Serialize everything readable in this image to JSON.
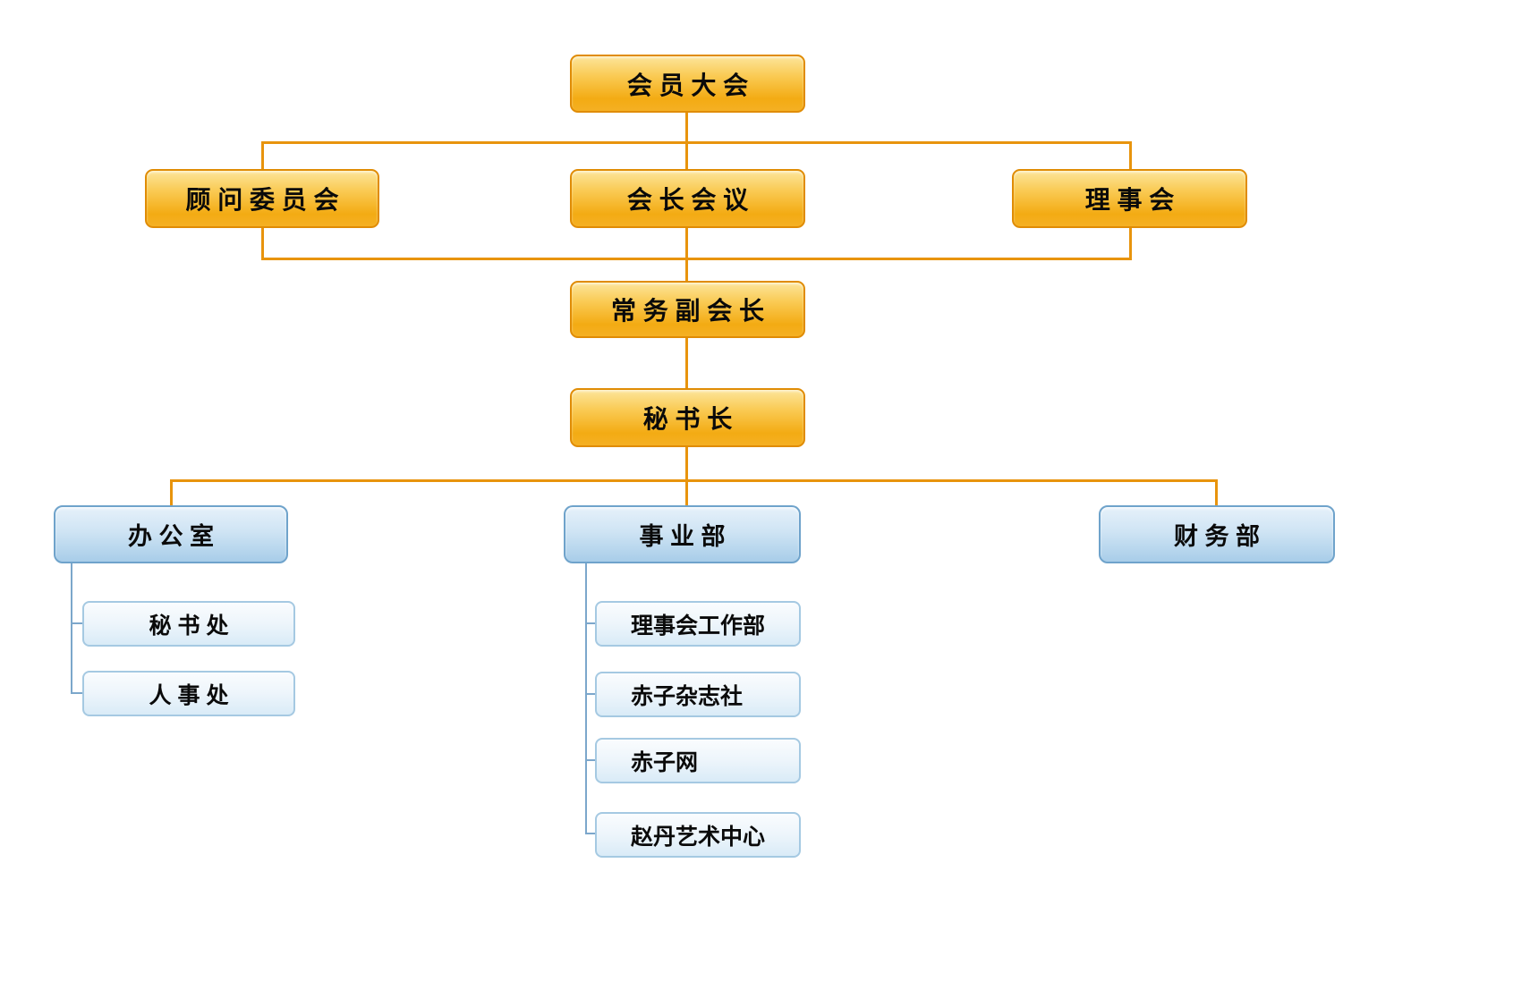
{
  "diagram": {
    "type": "org-chart",
    "colors": {
      "gold_box_top": "#FCE59B",
      "gold_box_bottom": "#F3AB13",
      "gold_box_border": "#E08C05",
      "orange_connector": "#E8940D",
      "blue_header_top": "#E6F1FA",
      "blue_header_bottom": "#A8CDE9",
      "blue_header_border": "#6FA3CB",
      "blue_sub_top": "#FAFCFE",
      "blue_sub_bottom": "#D9EBF7",
      "blue_sub_border": "#A5C9E2",
      "blue_connector": "#7CA7CB",
      "text": "#0A0A0A",
      "background": "#FFFFFF"
    },
    "nodes": {
      "member_congress": "会 员 大 会",
      "advisory_committee": "顾 问 委 员 会",
      "presidents_meeting": "会 长 会 议",
      "board_of_directors": "理 事 会",
      "executive_vice_president": "常 务 副 会 长",
      "secretary_general": "秘 书 长",
      "office": "办 公 室",
      "business_division": "事 业 部",
      "finance_department": "财 务 部",
      "secretariat": "秘 书 处",
      "personnel_office": "人 事 处",
      "council_work_department": "理事会工作部",
      "chizi_magazine": "赤子杂志社",
      "chizi_net": "赤子网",
      "zhaodan_art_center": "赵丹艺术中心"
    },
    "hierarchy": {
      "member_congress": [
        "advisory_committee",
        "presidents_meeting",
        "board_of_directors"
      ],
      "presidents_meeting": [
        "executive_vice_president"
      ],
      "executive_vice_president": [
        "secretary_general"
      ],
      "secretary_general": [
        "office",
        "business_division",
        "finance_department"
      ],
      "office": [
        "secretariat",
        "personnel_office"
      ],
      "business_division": [
        "council_work_department",
        "chizi_magazine",
        "chizi_net",
        "zhaodan_art_center"
      ]
    }
  }
}
